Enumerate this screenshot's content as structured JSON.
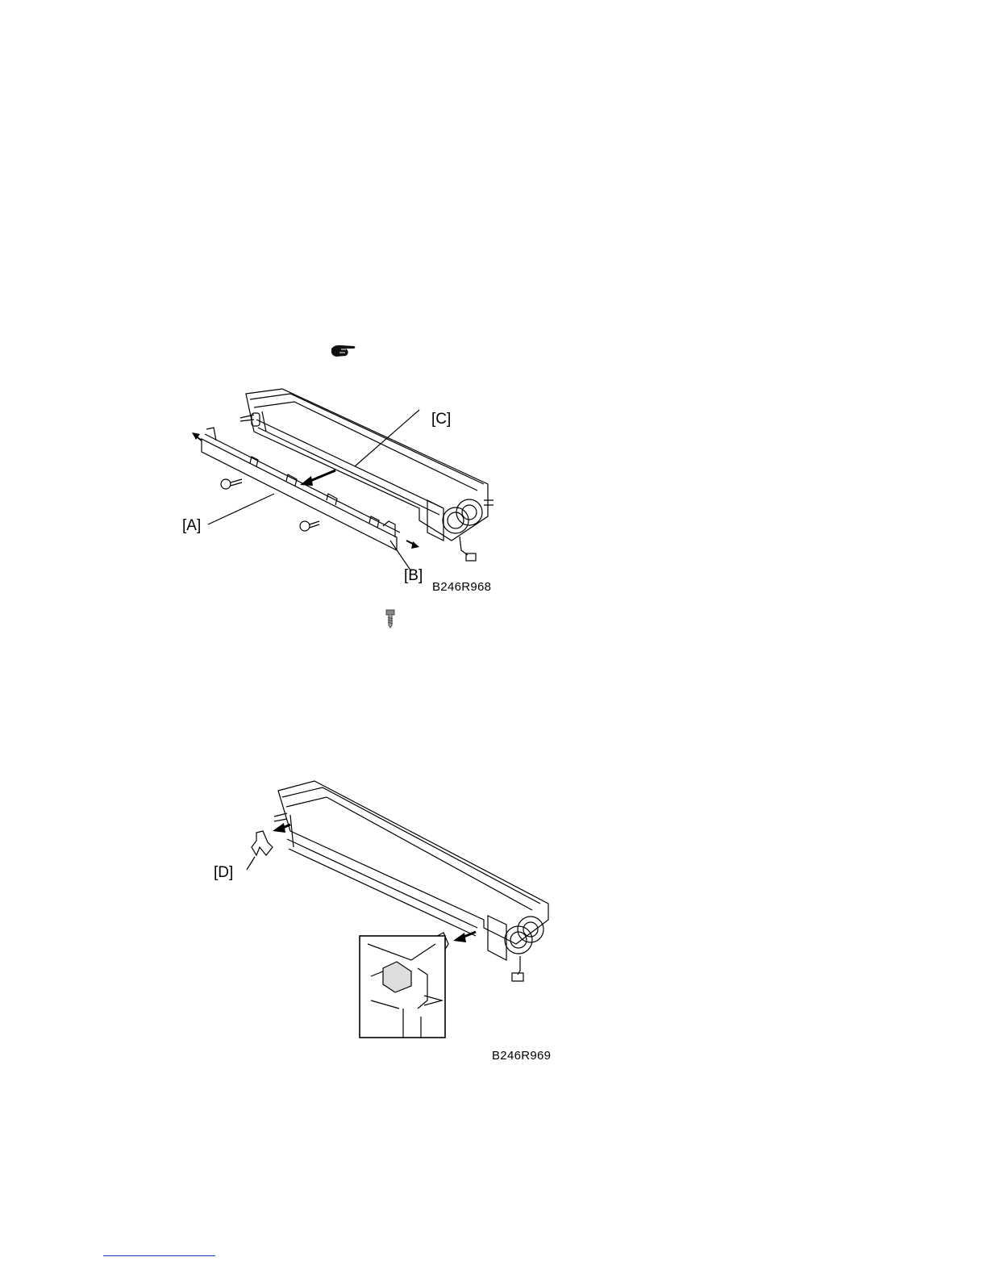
{
  "page": {
    "background": "#ffffff",
    "footer_rule_color": "#1a3cc8"
  },
  "icons": {
    "note_icon": "pointing-hand-icon",
    "screw_icon": "screw-icon"
  },
  "figure1": {
    "code": "B246R968",
    "labels": {
      "a": "[A]",
      "b": "[B]",
      "c": "[C]"
    }
  },
  "figure2": {
    "code": "B246R969",
    "labels": {
      "d": "[D]"
    }
  }
}
